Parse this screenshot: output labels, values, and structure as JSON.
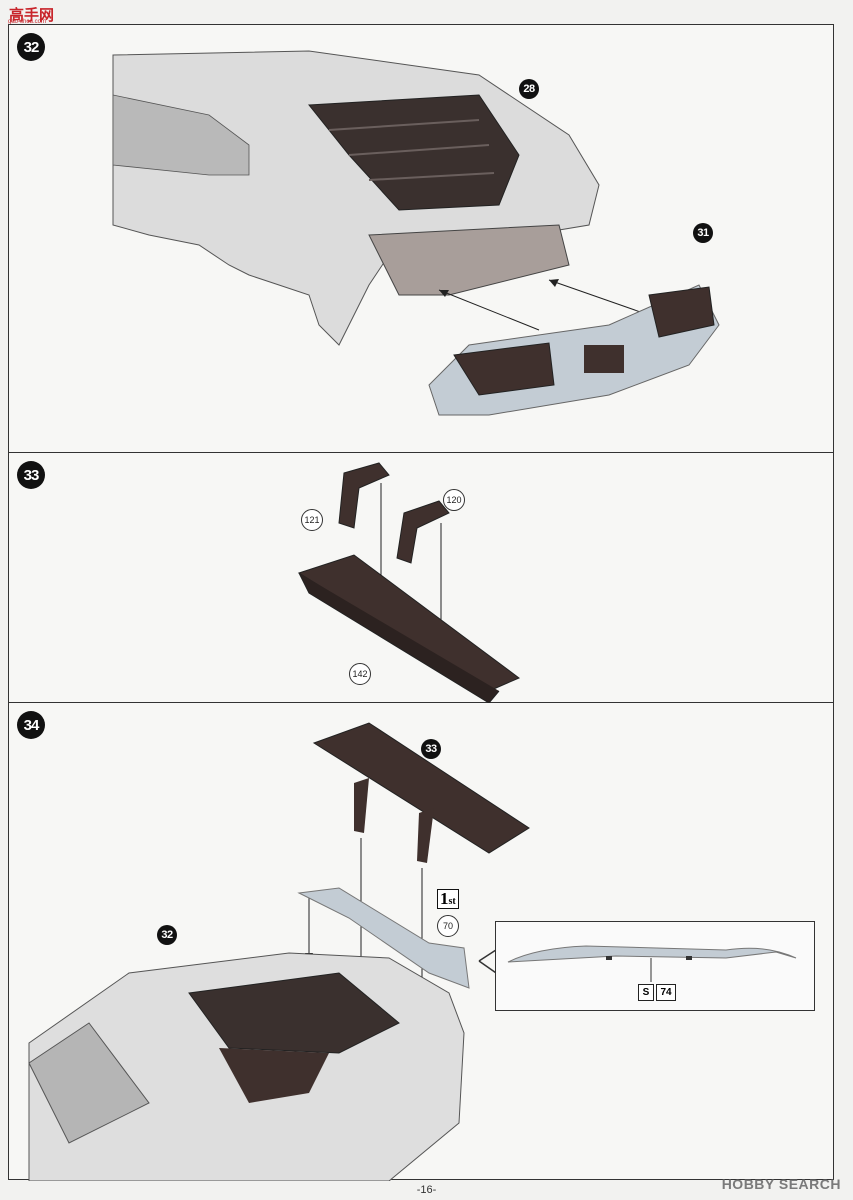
{
  "header": {
    "logo_text": "高手网",
    "logo_url": "gao-shou.com"
  },
  "steps": [
    {
      "number": "32",
      "refs": [
        "28",
        "31"
      ],
      "parts": []
    },
    {
      "number": "33",
      "refs": [],
      "parts": [
        "121",
        "120",
        "142"
      ]
    },
    {
      "number": "34",
      "refs": [
        "33",
        "32"
      ],
      "parts": [
        "70"
      ],
      "first_mark": {
        "big": "1",
        "small": "st"
      },
      "detail": {
        "decal_letter": "S",
        "decal_number": "74"
      }
    }
  ],
  "footer": {
    "page_number": "-16-",
    "watermark": "HOBBY SEARCH"
  },
  "colors": {
    "body_light": "#e6e6e6",
    "dark_part": "#3f302d",
    "bumper_blue": "#c3ccd4",
    "line": "#333333"
  }
}
